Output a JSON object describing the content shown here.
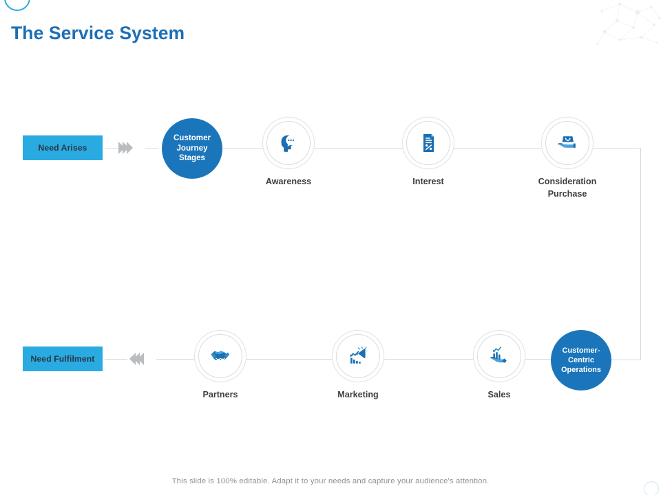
{
  "slide": {
    "title": "The Service System",
    "footer_note": "This slide is 100% editable. Adapt it to your needs and capture your audience's attention.",
    "colors": {
      "title_blue": "#1c6fb5",
      "pill_blue": "#29abe2",
      "hub_blue": "#1b75bb",
      "icon_blue": "#1b75bb",
      "icon_blue_light": "#4da3dd",
      "ring_gray": "#e3e7ea",
      "connector_gray": "#d4d8db",
      "chevron_gray": "#b9bdc0",
      "label_gray": "#3b3f44",
      "footer_gray": "#8d9195"
    }
  },
  "top_row": {
    "pill": {
      "label": "Need Arises",
      "icon": "chevrons-right-icon"
    },
    "hub": {
      "label_lines": [
        "Customer",
        "Journey",
        "Stages"
      ]
    },
    "nodes": [
      {
        "id": "awareness",
        "label": "Awareness",
        "icon": "head-speech-bubble-icon"
      },
      {
        "id": "interest",
        "label": "Interest",
        "icon": "document-percent-icon"
      },
      {
        "id": "consideration-purchase",
        "label_lines": [
          "Consideration",
          "Purchase"
        ],
        "icon": "hand-shopping-bag-icon"
      }
    ]
  },
  "bottom_row": {
    "pill": {
      "label": "Need Fulfilment",
      "icon": "chevrons-left-icon"
    },
    "hub": {
      "label_lines": [
        "Customer-",
        "Centric",
        "Operations"
      ]
    },
    "nodes": [
      {
        "id": "partners",
        "label": "Partners",
        "icon": "handshake-icon"
      },
      {
        "id": "marketing",
        "label": "Marketing",
        "icon": "megaphone-bar-chart-icon"
      },
      {
        "id": "sales",
        "label": "Sales",
        "icon": "hand-growth-chart-icon"
      }
    ]
  },
  "decorations": {
    "top_left_ring": "circle-outline-decoration",
    "top_right_network": "network-dots-decoration",
    "bottom_right_ring": "circle-outline-decoration"
  }
}
